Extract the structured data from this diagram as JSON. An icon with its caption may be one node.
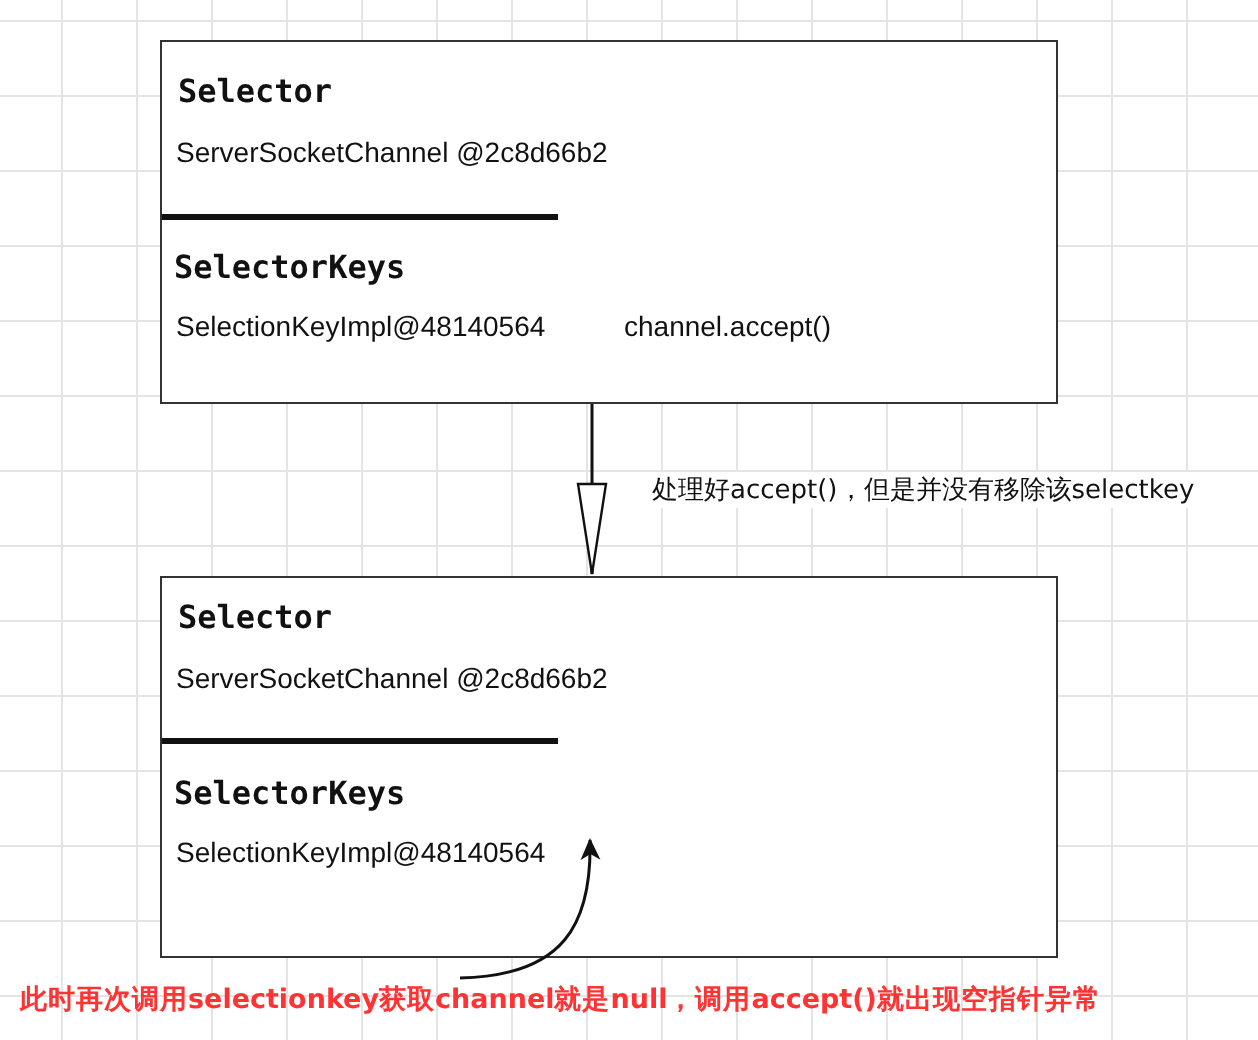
{
  "diagram": {
    "nodes": [
      {
        "text": [
          "Selector",
          "ServerSocketChannel  @2c8d66b2",
          "SelectorKeys",
          "SelectionKeyImpl@48140564",
          "channel.accept()"
        ]
      },
      {
        "text": [
          "Selector",
          "ServerSocketChannel  @2c8d66b2",
          "SelectorKeys",
          "SelectionKeyImpl@48140564"
        ]
      },
      {
        "text": [
          "此时再次调用selectionkey获取channel就是null，调用accept()就出现空指针异常"
        ]
      }
    ],
    "edges": [
      {
        "from": 0,
        "to": 1,
        "arrow": "to",
        "label": "处理好accept()，但是并没有移除该selectkey"
      },
      {
        "from": 2,
        "to": 1,
        "arrow": "to"
      }
    ]
  }
}
